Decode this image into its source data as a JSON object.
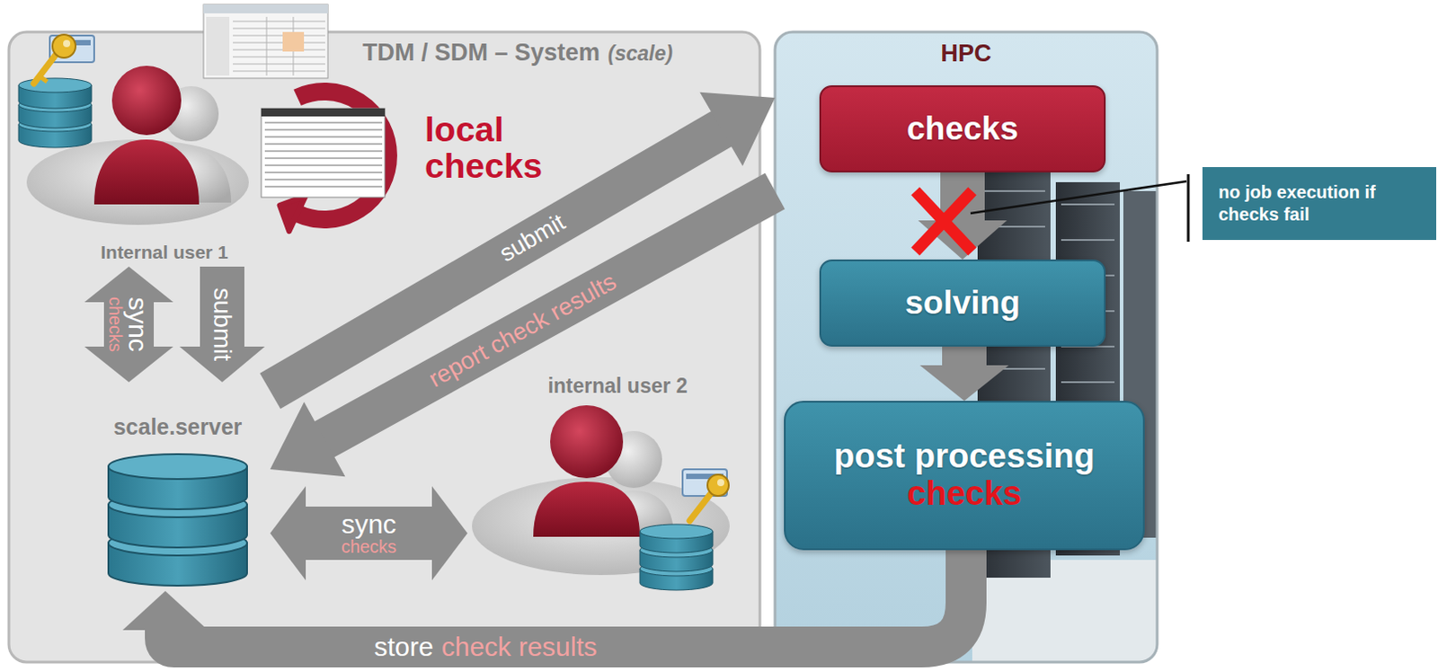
{
  "diagram": {
    "nodes": [
      {
        "text": [
          "TDM / SDM – System",
          "(scale)"
        ]
      },
      {
        "text": [
          "Internal user 1"
        ],
        "in": 0
      },
      {
        "text": [
          "scale.server"
        ],
        "in": 0
      },
      {
        "text": [
          "internal user 2"
        ],
        "in": 0
      },
      {
        "text": [
          "HPC"
        ]
      },
      {
        "text": [
          "checks"
        ],
        "in": 4
      },
      {
        "text": [
          "solving"
        ],
        "in": 4
      },
      {
        "text": [
          "post processing",
          "checks"
        ],
        "in": 4
      },
      {
        "text": [
          "no job execution if checks fail"
        ]
      }
    ],
    "edges": [
      {
        "from": 1,
        "to": 2,
        "arrow": "both",
        "label": "sync"
      },
      {
        "from": 1,
        "to": 2,
        "arrow": "to",
        "label": "submit"
      },
      {
        "from": 2,
        "to": 3,
        "arrow": "both",
        "label": "sync"
      },
      {
        "from": 2,
        "to": 4,
        "arrow": "to",
        "label": "submit"
      },
      {
        "from": 4,
        "to": 2,
        "arrow": "to",
        "label": "report check results"
      },
      {
        "from": 5,
        "to": 6,
        "arrow": "to"
      },
      {
        "from": 6,
        "to": 7,
        "arrow": "to"
      },
      {
        "from": 7,
        "to": 2,
        "arrow": "to",
        "label": "store"
      }
    ],
    "labels": [
      "local checks",
      "checks",
      "checks",
      "check results"
    ]
  }
}
